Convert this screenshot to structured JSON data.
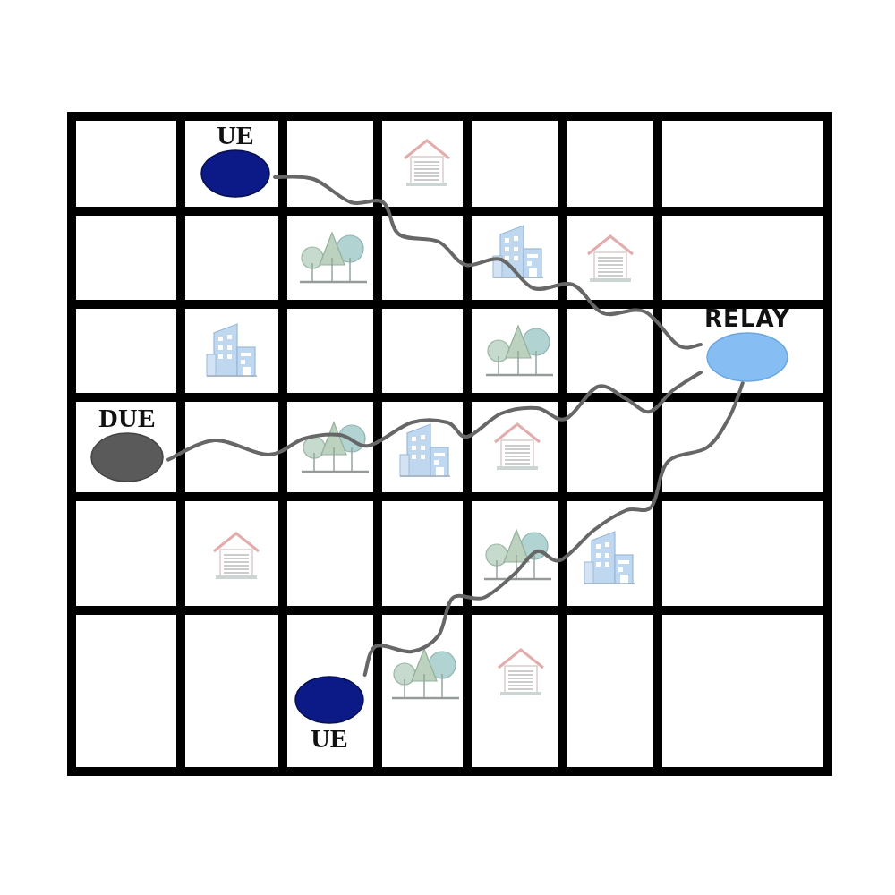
{
  "diagram": {
    "nodes": [
      {
        "text": [
          "UE"
        ]
      },
      {
        "text": [
          "RELAY"
        ]
      },
      {
        "text": [
          "DUE"
        ]
      },
      {
        "text": [
          "UE"
        ]
      }
    ],
    "edges": [
      {
        "from": 0,
        "to": 1,
        "arrow": "none"
      },
      {
        "from": 2,
        "to": 1,
        "arrow": "none"
      },
      {
        "from": 3,
        "to": 1,
        "arrow": "none"
      }
    ]
  }
}
